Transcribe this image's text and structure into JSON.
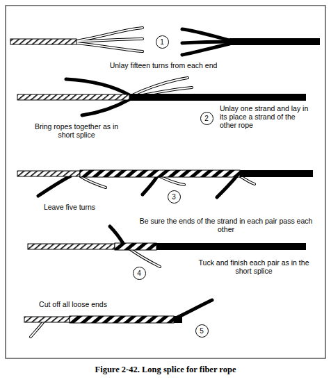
{
  "diagram": {
    "caption": "Figure 2-42. Long splice for fiber rope",
    "nodes": [
      {
        "text": [
          "1"
        ]
      },
      {
        "text": [
          "2"
        ]
      },
      {
        "text": [
          "3"
        ]
      },
      {
        "text": [
          "4"
        ]
      },
      {
        "text": [
          "5"
        ]
      }
    ],
    "labels": [
      "Unlay fifteen turns from each end",
      "Unlay one strand and lay in its place a strand of the other rope",
      "Bring ropes together as in short splice",
      "Leave five turns",
      "Be sure the ends of the strand in each pair pass each other",
      "Tuck and finish each pair as in the short splice",
      "Cut off all loose ends"
    ]
  }
}
